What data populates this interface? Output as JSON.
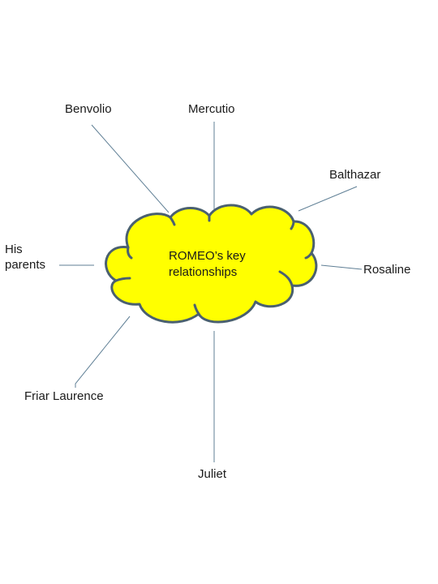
{
  "center": {
    "line1": "ROMEO’s key",
    "line2": "relationships"
  },
  "nodes": {
    "benvolio": "Benvolio",
    "mercutio": "Mercutio",
    "balthazar": "Balthazar",
    "parents_line1": "His",
    "parents_line2": "parents",
    "rosaline": "Rosaline",
    "friar": "Friar Laurence",
    "juliet": "Juliet"
  },
  "colors": {
    "cloud_fill": "#ffff00",
    "cloud_stroke": "#4a6070",
    "connector": "#5f7f95"
  }
}
